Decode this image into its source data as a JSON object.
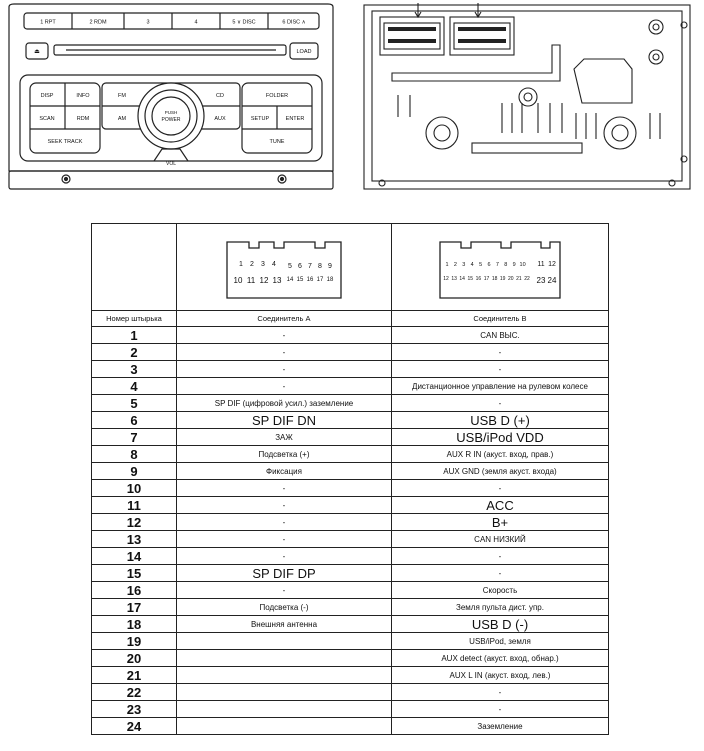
{
  "front_panel": {
    "presets": [
      "1 RPT",
      "2 RDM",
      "3",
      "4",
      "5 ∨ DISC",
      "6 DISC ∧"
    ],
    "load": "LOAD",
    "disp": "DISP",
    "info": "INFO",
    "scan": "SCAN",
    "rdm": "RDM",
    "seek_track": "SEEK TRACK",
    "fm": "FM",
    "am": "AM",
    "cd": "CD",
    "aux": "AUX",
    "power_top": "PUSH",
    "power_bottom": "POWER",
    "vol": "VOL",
    "folder": "FOLDER",
    "setup": "SETUP",
    "enter": "ENTER",
    "tune": "TUNE"
  },
  "table": {
    "header_pin": "Номер штырька",
    "header_a": "Соединитель A",
    "header_b": "Соединитель B",
    "connector_a": {
      "top": [
        "1",
        "2",
        "3",
        "4"
      ],
      "top_right": [
        "5",
        "6",
        "7",
        "8",
        "9"
      ],
      "bottom_left": [
        "10",
        "11",
        "12",
        "13"
      ],
      "bottom_right": [
        "14",
        "15",
        "16",
        "17",
        "18"
      ]
    },
    "connector_b": {
      "top": [
        "1",
        "2",
        "3",
        "4",
        "5",
        "6",
        "7",
        "8",
        "9",
        "10"
      ],
      "bottom": [
        "12",
        "13",
        "14",
        "15",
        "16",
        "17",
        "18",
        "19",
        "20",
        "21",
        "22"
      ],
      "right_top": [
        "11",
        "12"
      ],
      "right_bottom": [
        "23",
        "24"
      ]
    },
    "rows": [
      {
        "pin": "1",
        "a": "-",
        "b": "CAN ВЫС."
      },
      {
        "pin": "2",
        "a": "-",
        "b": "-"
      },
      {
        "pin": "3",
        "a": "-",
        "b": "-"
      },
      {
        "pin": "4",
        "a": "-",
        "b": "Дистанционное управление на рулевом колесе"
      },
      {
        "pin": "5",
        "a": "SP DIF (цифровой усил.) заземление",
        "b": "-"
      },
      {
        "pin": "6",
        "a": "SP DIF DN",
        "b": "USB D (+)"
      },
      {
        "pin": "7",
        "a": "ЗАЖ",
        "b": "USB/iPod VDD"
      },
      {
        "pin": "8",
        "a": "Подсветка (+)",
        "b": "AUX R IN (акуст. вход, прав.)"
      },
      {
        "pin": "9",
        "a": "Фиксация",
        "b": "AUX GND (земля акуст. входа)"
      },
      {
        "pin": "10",
        "a": "-",
        "b": "-"
      },
      {
        "pin": "11",
        "a": "-",
        "b": "ACC"
      },
      {
        "pin": "12",
        "a": "-",
        "b": "B+"
      },
      {
        "pin": "13",
        "a": "-",
        "b": "CAN НИЗКИЙ"
      },
      {
        "pin": "14",
        "a": "-",
        "b": "-"
      },
      {
        "pin": "15",
        "a": "SP DIF DP",
        "b": "-"
      },
      {
        "pin": "16",
        "a": "-",
        "b": "Скорость"
      },
      {
        "pin": "17",
        "a": "Подсветка (-)",
        "b": "Земля пульта дист. упр."
      },
      {
        "pin": "18",
        "a": "Внешняя антенна",
        "b": "USB D (-)"
      },
      {
        "pin": "19",
        "a": "",
        "b": "USB/iPod, земля"
      },
      {
        "pin": "20",
        "a": "",
        "b": "AUX detect (акуст. вход, обнар.)"
      },
      {
        "pin": "21",
        "a": "",
        "b": "AUX L IN (акуст. вход, лев.)"
      },
      {
        "pin": "22",
        "a": "",
        "b": "-"
      },
      {
        "pin": "23",
        "a": "",
        "b": "-"
      },
      {
        "pin": "24",
        "a": "",
        "b": "Заземление"
      }
    ]
  }
}
